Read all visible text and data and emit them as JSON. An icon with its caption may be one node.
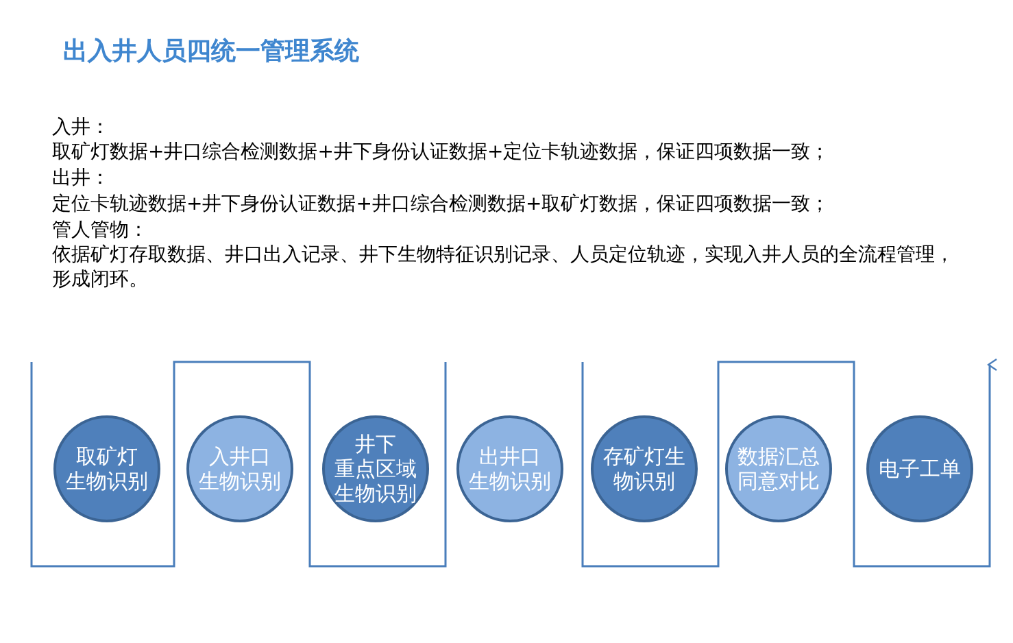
{
  "diagram": {
    "title": "出入井人员四统一管理系统",
    "nodes": [
      {
        "text": [
          "取矿灯生物识别"
        ]
      },
      {
        "text": [
          "入井口生物识别"
        ]
      },
      {
        "text": [
          "井下重点区域生物识别"
        ]
      },
      {
        "text": [
          "出井口生物识别"
        ]
      },
      {
        "text": [
          "存矿灯生物识别"
        ]
      },
      {
        "text": [
          "数据汇总同意对比"
        ]
      },
      {
        "text": [
          "电子工单"
        ]
      }
    ],
    "labels": [
      "入井：",
      "取矿灯数据+井口综合检测数据+井下身份认证数据+定位卡轨迹数据，保证四项数据一致；",
      "出井：",
      "定位卡轨迹数据+井下身份认证数据+井口综合检测数据+取矿灯数据，保证四项数据一致；",
      "管人管物：",
      "依据矿灯存取数据、井口出入记录、井下生物特征识别记录、人员定位轨迹，实现入井人员的全流程管理，形成闭环。"
    ]
  }
}
